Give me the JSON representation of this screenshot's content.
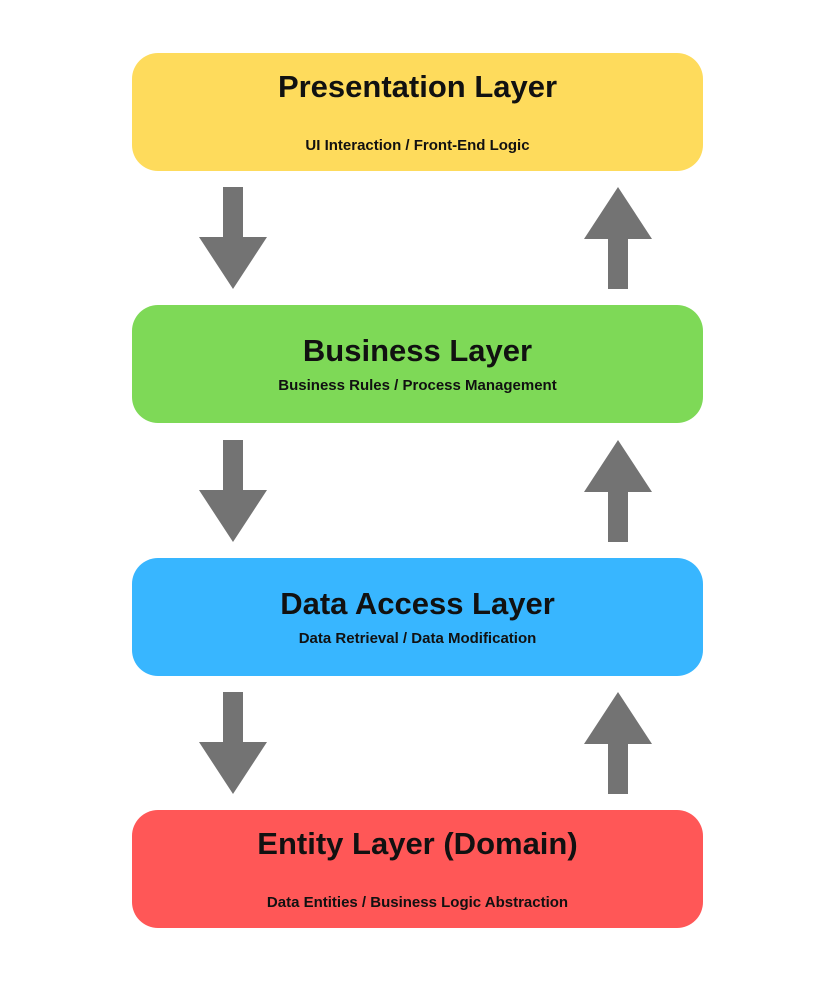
{
  "layers": [
    {
      "title": "Presentation Layer",
      "subtitle": "UI Interaction / Front-End Logic",
      "color": "#FEDB5C"
    },
    {
      "title": "Business Layer",
      "subtitle": "Business Rules / Process Management",
      "color": "#7ED957"
    },
    {
      "title": "Data Access Layer",
      "subtitle": "Data Retrieval / Data Modification",
      "color": "#38B6FF"
    },
    {
      "title": "Entity Layer (Domain)",
      "subtitle": "Data Entities / Business Logic Abstraction",
      "color": "#FF5757"
    }
  ],
  "arrow_color": "#737373",
  "connections": [
    {
      "from": "Presentation Layer",
      "to": "Business Layer",
      "directions": [
        "down",
        "up"
      ]
    },
    {
      "from": "Business Layer",
      "to": "Data Access Layer",
      "directions": [
        "down",
        "up"
      ]
    },
    {
      "from": "Data Access Layer",
      "to": "Entity Layer (Domain)",
      "directions": [
        "down",
        "up"
      ]
    }
  ]
}
